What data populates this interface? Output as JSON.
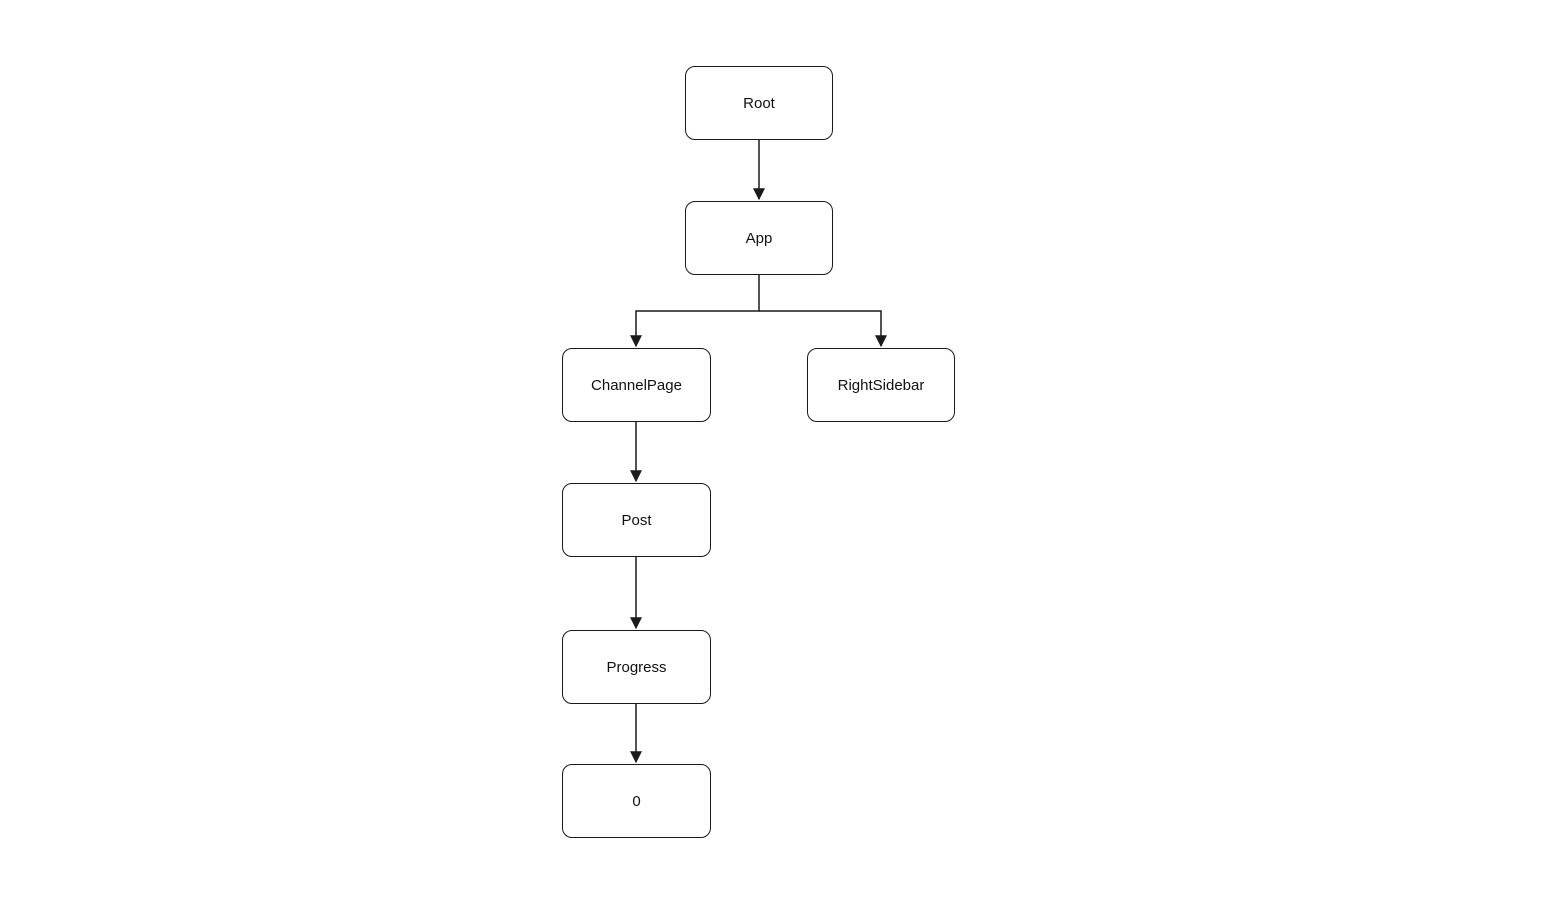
{
  "diagram": {
    "nodes": {
      "root": "Root",
      "app": "App",
      "channel_page": "ChannelPage",
      "right_sidebar": "RightSidebar",
      "post": "Post",
      "progress": "Progress",
      "zero": "0"
    },
    "edges": [
      {
        "from": "root",
        "to": "app"
      },
      {
        "from": "app",
        "to": "channel_page"
      },
      {
        "from": "app",
        "to": "right_sidebar"
      },
      {
        "from": "channel_page",
        "to": "post"
      },
      {
        "from": "post",
        "to": "progress"
      },
      {
        "from": "progress",
        "to": "zero"
      }
    ],
    "colors": {
      "stroke": "#1a1a1a",
      "background": "#ffffff",
      "text": "#111111"
    }
  }
}
